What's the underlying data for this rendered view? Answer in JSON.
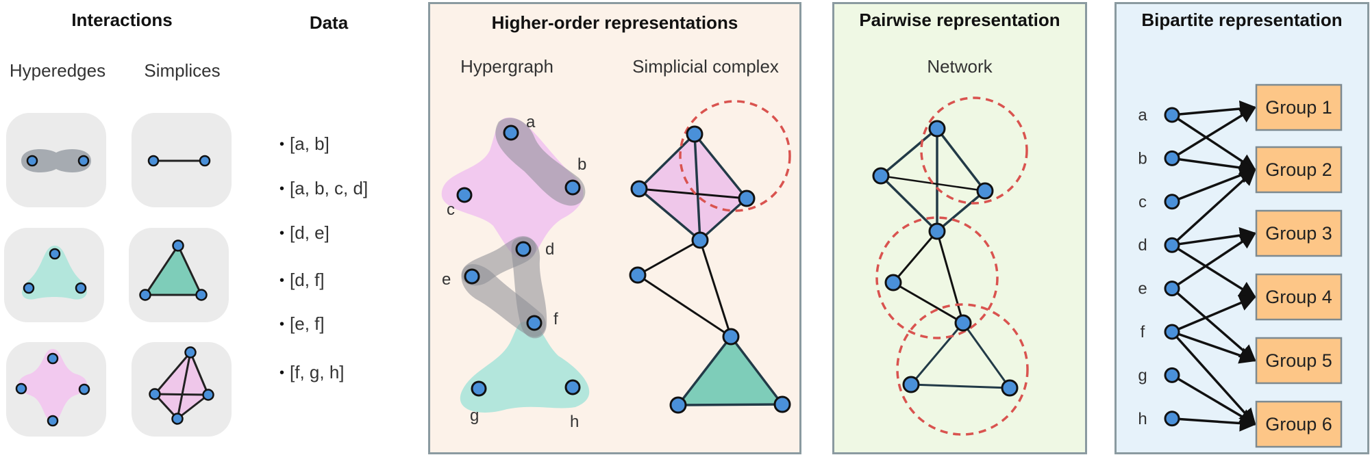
{
  "headers": {
    "interactions": "Interactions",
    "data": "Data",
    "higher_order": "Higher-order representations",
    "pairwise": "Pairwise representation",
    "bipartite": "Bipartite representation"
  },
  "subheaders": {
    "hyperedges": "Hyperedges",
    "simplices": "Simplices",
    "hypergraph": "Hypergraph",
    "simplicial_complex": "Simplicial complex",
    "network": "Network"
  },
  "interactions": [
    {
      "order": 2,
      "hyperedge_color": "#a6abb1",
      "simplex_fill": "none"
    },
    {
      "order": 3,
      "hyperedge_color": "#b3e6dc",
      "simplex_fill": "#7ecdb9"
    },
    {
      "order": 4,
      "hyperedge_color": "#f2c9ef",
      "simplex_fill": "#efc7ea"
    }
  ],
  "data": {
    "items": [
      "[a, b]",
      "[a, b, c, d]",
      "[d, e]",
      "[d, f]",
      "[e, f]",
      "[f, g, h]"
    ],
    "bullet": "•"
  },
  "hypergraph": {
    "nodes": [
      "a",
      "b",
      "c",
      "d",
      "e",
      "f",
      "g",
      "h"
    ],
    "hyperedges": [
      [
        "a",
        "b"
      ],
      [
        "a",
        "b",
        "c",
        "d"
      ],
      [
        "d",
        "e"
      ],
      [
        "d",
        "f"
      ],
      [
        "e",
        "f"
      ],
      [
        "f",
        "g",
        "h"
      ]
    ]
  },
  "bipartite": {
    "nodes": [
      "a",
      "b",
      "c",
      "d",
      "e",
      "f",
      "g",
      "h"
    ],
    "groups": [
      "Group 1",
      "Group 2",
      "Group 3",
      "Group 4",
      "Group 5",
      "Group 6"
    ],
    "edges": [
      [
        "a",
        "Group 1"
      ],
      [
        "a",
        "Group 2"
      ],
      [
        "b",
        "Group 1"
      ],
      [
        "b",
        "Group 2"
      ],
      [
        "c",
        "Group 2"
      ],
      [
        "d",
        "Group 2"
      ],
      [
        "d",
        "Group 3"
      ],
      [
        "d",
        "Group 4"
      ],
      [
        "e",
        "Group 3"
      ],
      [
        "e",
        "Group 5"
      ],
      [
        "f",
        "Group 4"
      ],
      [
        "f",
        "Group 5"
      ],
      [
        "f",
        "Group 6"
      ],
      [
        "g",
        "Group 6"
      ],
      [
        "h",
        "Group 6"
      ]
    ]
  },
  "colors": {
    "node": "#4a90d9",
    "node_stroke": "#111111",
    "pair_hull": "#a6abb1",
    "triad_hull": "#b3e6dc",
    "quad_hull": "#f2c9ef",
    "triangle_fill": "#7ecdb9",
    "tetra_fill": "#efc7ea",
    "dashed_circle": "#d9534f",
    "higher_order_bg": "#fcf2e9",
    "pairwise_bg": "#eff8e4",
    "bipartite_bg": "#e6f2fa",
    "group_box": "#fdc687",
    "tile_bg": "#ebebeb"
  }
}
